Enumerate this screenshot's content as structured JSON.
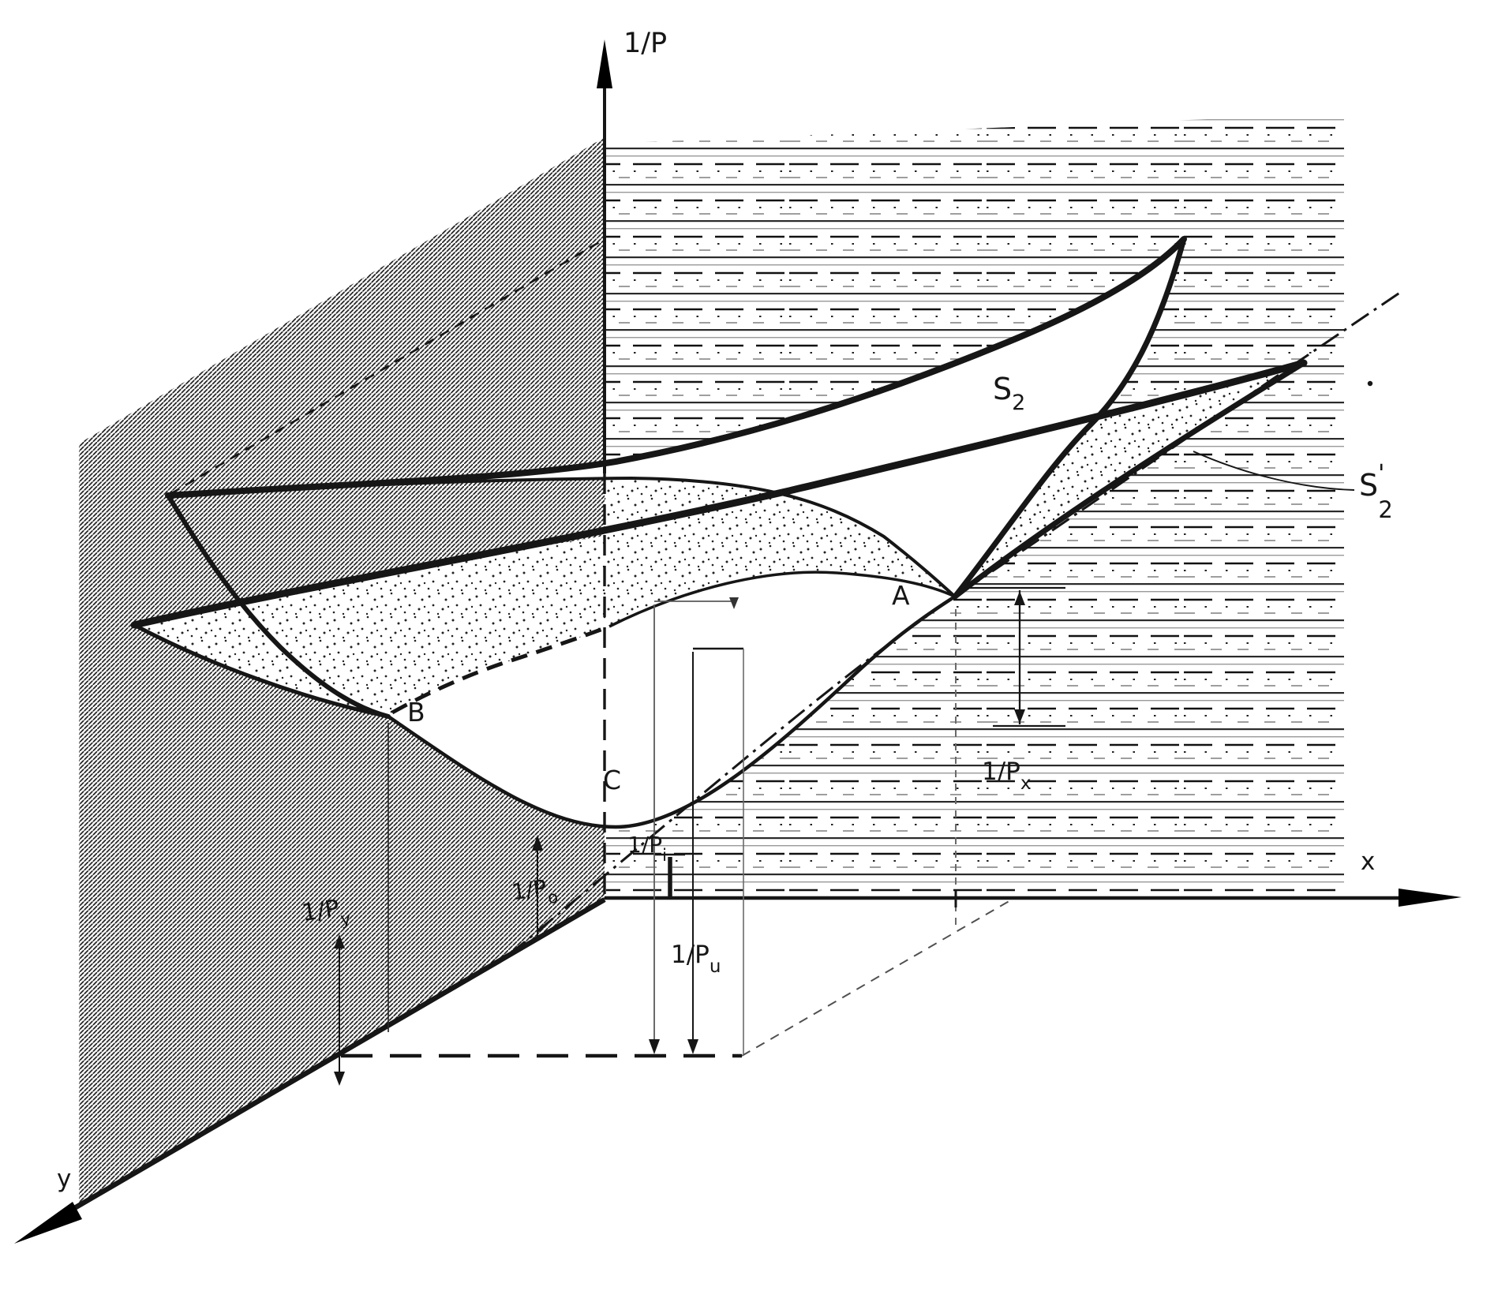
{
  "figure": {
    "description": "3D perspective line diagram of astigmatic image surfaces S2 and S2' plotted over x and y with vertical 1/P axis",
    "axes": {
      "vertical": "1/P",
      "horizontal": "x",
      "depth": "y"
    },
    "surfaces": {
      "s2": {
        "base": "S",
        "sub": "2"
      },
      "s2_prime": {
        "base": "S",
        "prime": "'",
        "sub": "2"
      }
    },
    "points": {
      "a": "A",
      "b": "B",
      "c": "C"
    },
    "dimensions": {
      "px": {
        "base": "1/P",
        "sub": "x"
      },
      "py": {
        "base": "1/P",
        "sub": "y"
      },
      "pi": {
        "base": "1/P",
        "sub": "i"
      },
      "po": {
        "base": "1/P",
        "sub": "o"
      },
      "pu": {
        "base": "1/P",
        "sub": "u"
      }
    },
    "colors": {
      "ink": "#161616",
      "paper": "#ffffff"
    }
  }
}
